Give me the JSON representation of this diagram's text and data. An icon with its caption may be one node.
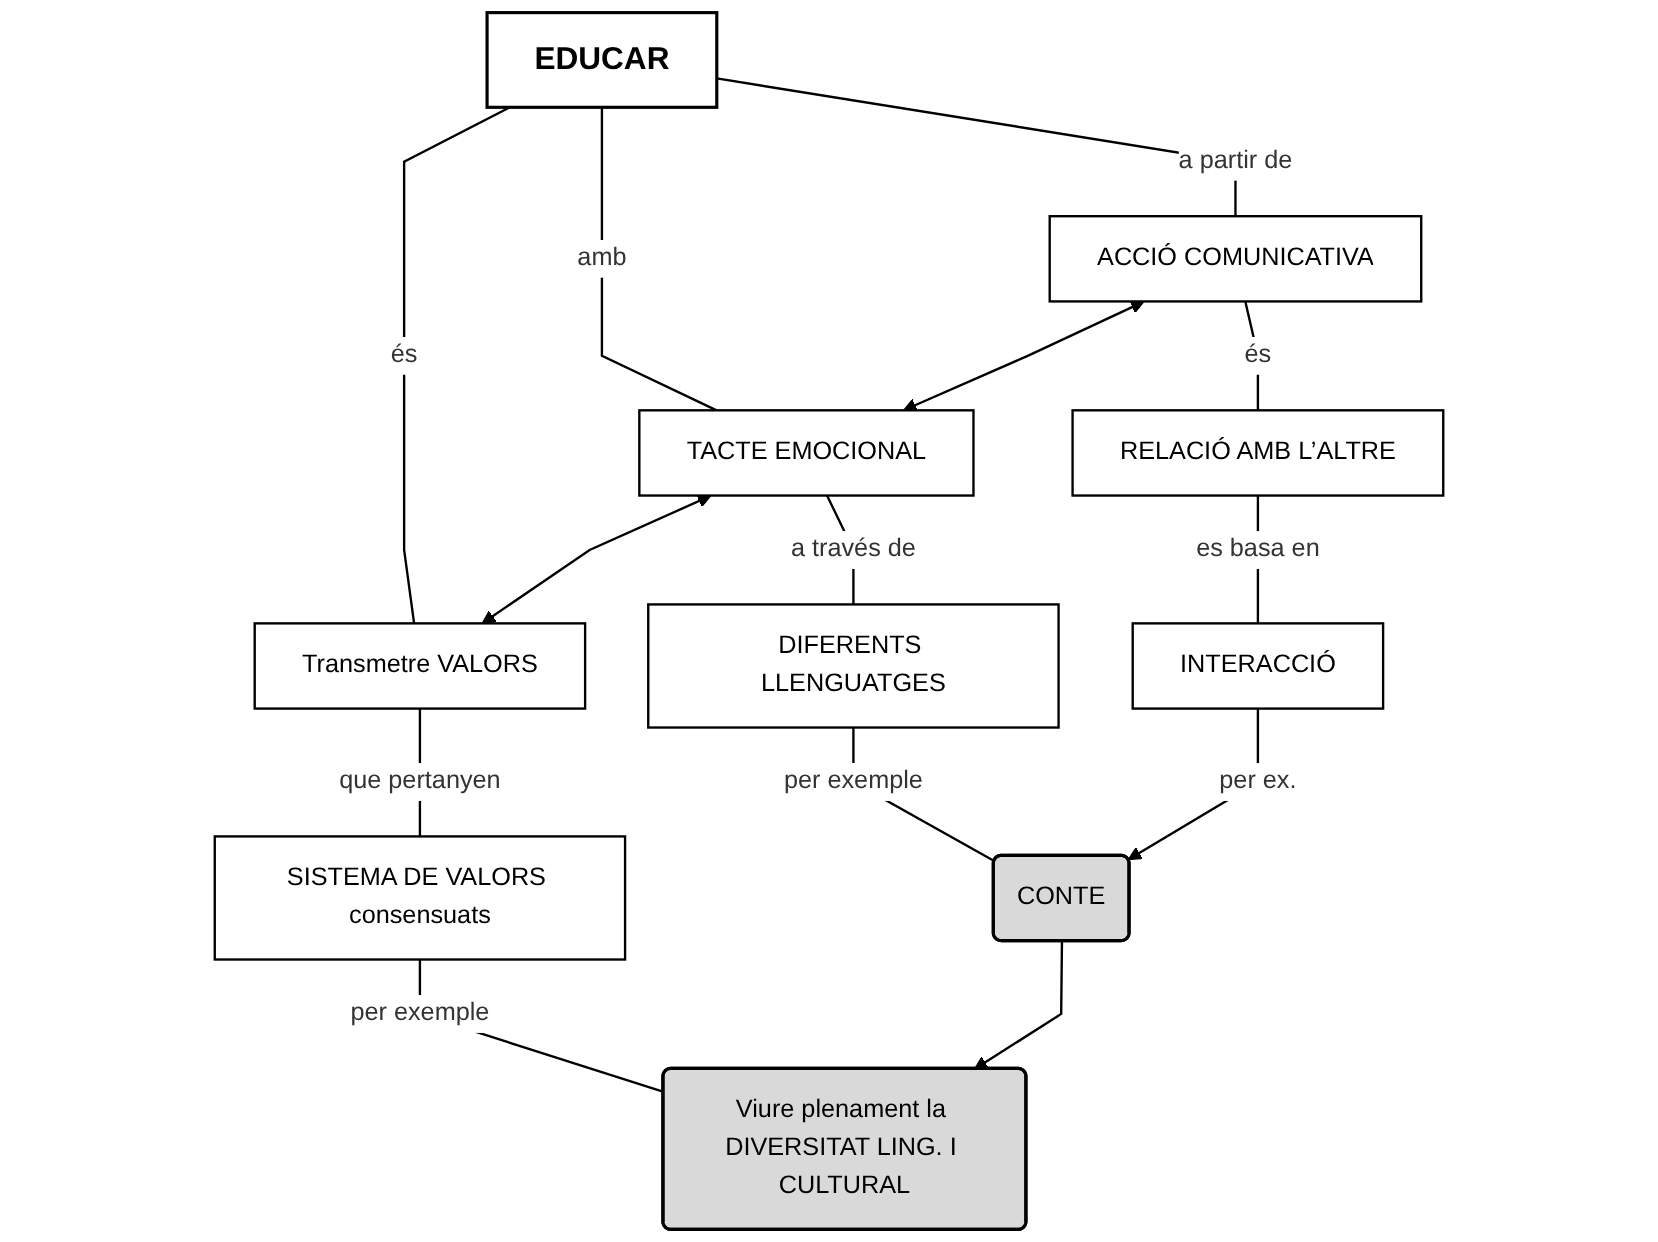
{
  "diagram": {
    "nodes": [
      {
        "text": [
          "EDUCAR"
        ]
      },
      {
        "text": [
          "ACCIÓ COMUNICATIVA"
        ]
      },
      {
        "text": [
          "TACTE EMOCIONAL"
        ]
      },
      {
        "text": [
          "Transmetre VALORS"
        ]
      },
      {
        "text": [
          "RELACIÓ AMB L’ALTRE"
        ]
      },
      {
        "text": [
          "DIFERENTS LLENGUATGES"
        ]
      },
      {
        "text": [
          "SISTEMA DE VALORS consensuats"
        ]
      },
      {
        "text": [
          "INTERACCIÓ"
        ]
      },
      {
        "text": [
          "CONTE"
        ]
      },
      {
        "text": [
          "Viure plenament la DIVERSITAT LING. I CULTURAL"
        ]
      }
    ],
    "edges": [
      {
        "from": 0,
        "to": 1,
        "arrow": "none",
        "label": "a partir de"
      },
      {
        "from": 0,
        "to": 2,
        "arrow": "none",
        "label": "amb"
      },
      {
        "from": 0,
        "to": 3,
        "arrow": "none",
        "label": "és"
      },
      {
        "from": 1,
        "to": 2,
        "arrow": "both"
      },
      {
        "from": 2,
        "to": 3,
        "arrow": "both"
      },
      {
        "from": 1,
        "to": 4,
        "arrow": "none",
        "label": "és"
      },
      {
        "from": 2,
        "to": 5,
        "arrow": "none",
        "label": "a través de"
      },
      {
        "from": 3,
        "to": 6,
        "arrow": "none",
        "label": "que pertanyen"
      },
      {
        "from": 4,
        "to": 7,
        "arrow": "none",
        "label": "es basa en"
      },
      {
        "from": 5,
        "to": 8,
        "arrow": "none",
        "label": "per exemple"
      },
      {
        "from": 6,
        "to": 9,
        "arrow": "none",
        "label": "per exemple"
      },
      {
        "from": 7,
        "to": 8,
        "arrow": "to",
        "label": "per ex."
      },
      {
        "from": 8,
        "to": 9,
        "arrow": "to"
      }
    ]
  }
}
